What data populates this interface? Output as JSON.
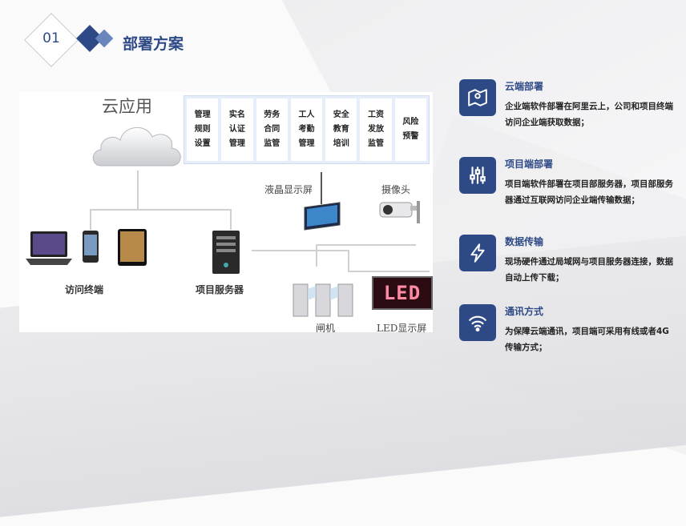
{
  "header": {
    "number": "01",
    "title": "部署方案"
  },
  "diagram": {
    "cloud_label": "云应用",
    "modules": [
      {
        "lines": [
          "管理",
          "规则",
          "设置"
        ]
      },
      {
        "lines": [
          "实名",
          "认证",
          "管理"
        ]
      },
      {
        "lines": [
          "劳务",
          "合同",
          "监管"
        ]
      },
      {
        "lines": [
          "工人",
          "考勤",
          "管理"
        ]
      },
      {
        "lines": [
          "安全",
          "教育",
          "培训"
        ]
      },
      {
        "lines": [
          "工资",
          "发放",
          "监管"
        ]
      },
      {
        "lines": [
          "风险",
          "预警"
        ]
      }
    ],
    "lcd_label": "液晶显示屏",
    "camera_label": "摄像头",
    "terminal_label": "访问终端",
    "server_label": "项目服务器",
    "gate_label": "闸机",
    "led_label": "LED显示屏",
    "led_sign_text": "LED"
  },
  "features": [
    {
      "title": "云端部署",
      "body": "企业端软件部署在阿里云上，公司和项目终端访问企业端获取数据；",
      "icon": "map-icon"
    },
    {
      "title": "项目端部署",
      "body": "项目端软件部署在项目部服务器，项目部服务器通过互联网访问企业端传输数据；",
      "icon": "sliders-icon"
    },
    {
      "title": "数据传输",
      "body": "现场硬件通过局域网与项目服务器连接，数据自动上传下载；",
      "icon": "lightning-icon"
    },
    {
      "title": "通讯方式",
      "body": "为保障云端通讯，项目端可采用有线或者4G传输方式；",
      "icon": "wifi-icon"
    }
  ],
  "colors": {
    "accent": "#2e4a86",
    "accent_light": "#6a86bf"
  }
}
